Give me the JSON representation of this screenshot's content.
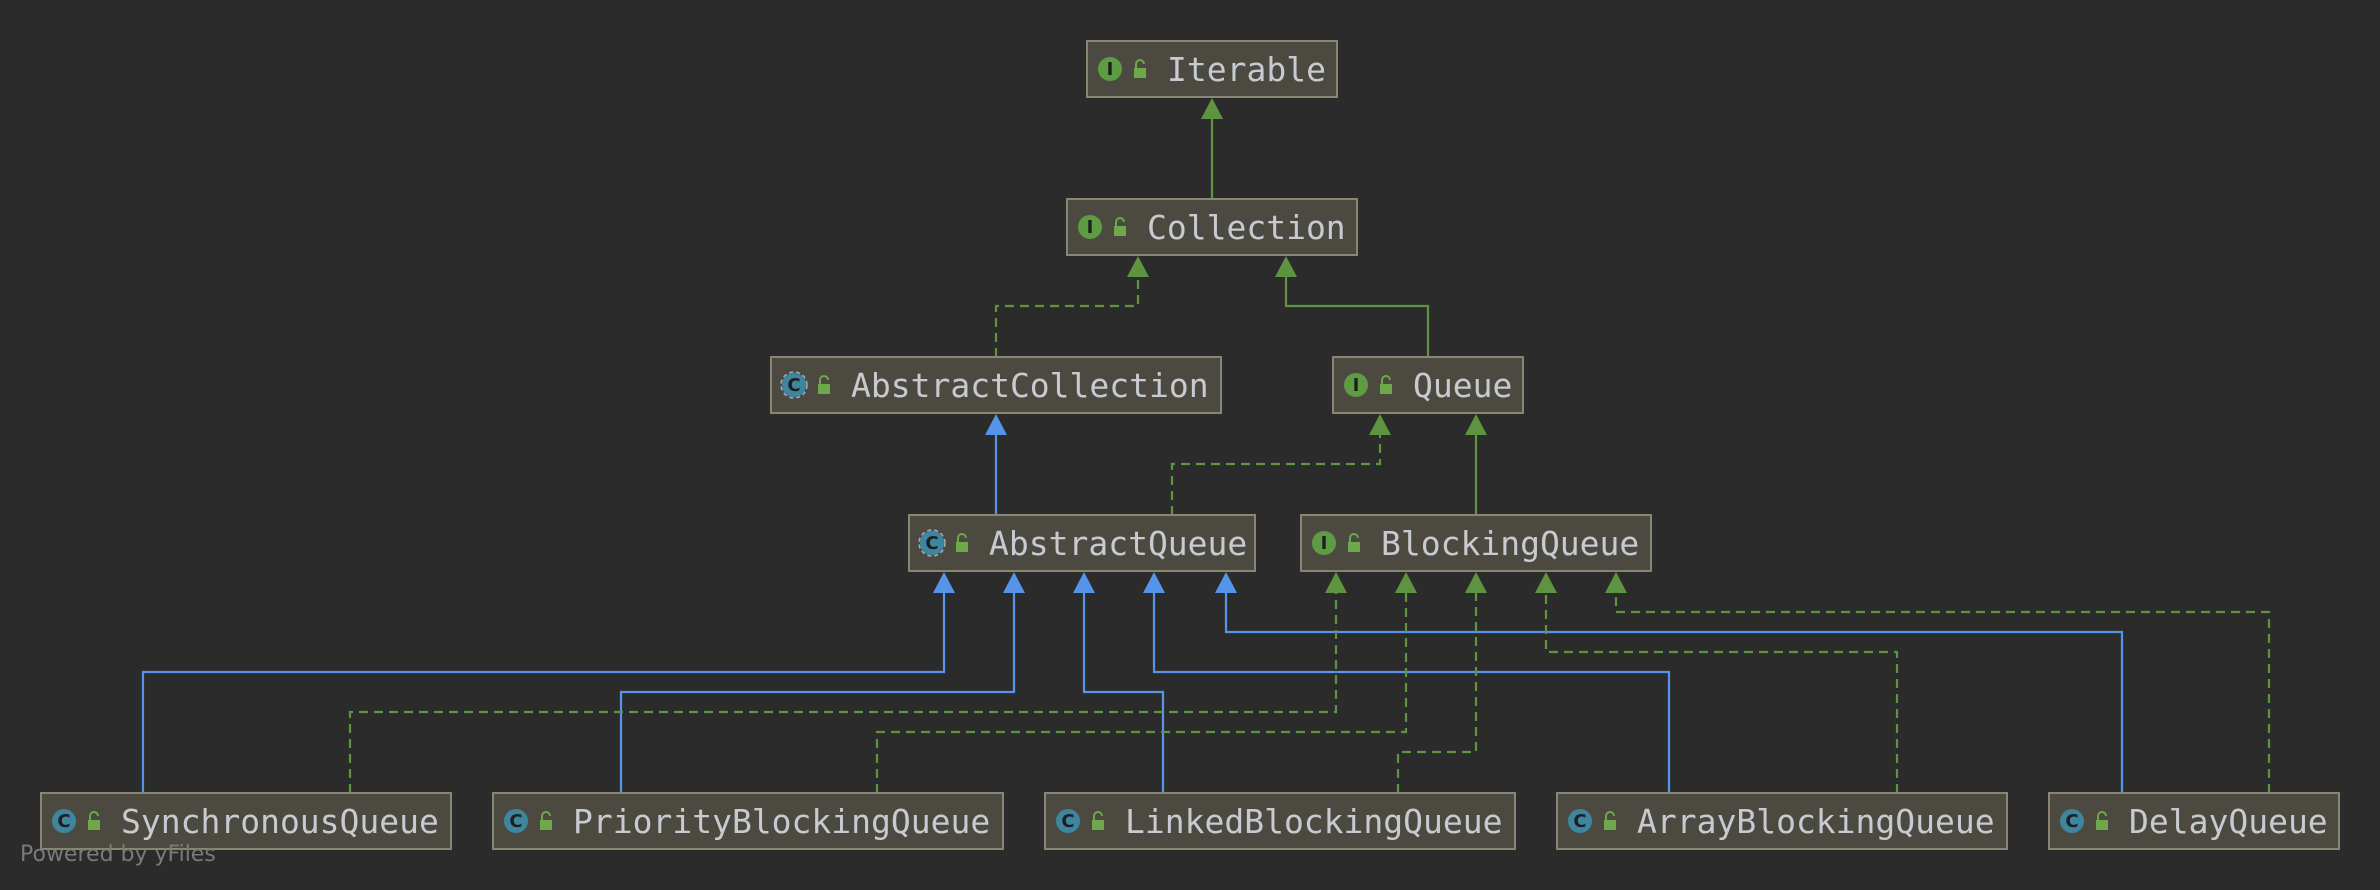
{
  "colors": {
    "background": "#2b2b2b",
    "node_fill": "#4c4a40",
    "node_border": "#8a8674",
    "label": "#c7cbd1",
    "interface_badge": "#5e9c44",
    "class_badge": "#3e86a0",
    "lock": "#6ea84a",
    "extends_edge": "#5594e8",
    "interface_edge": "#5e9440"
  },
  "nodes": [
    {
      "id": "iterable",
      "label": "Iterable",
      "kind": "interface",
      "badge": "I"
    },
    {
      "id": "collection",
      "label": "Collection",
      "kind": "interface",
      "badge": "I"
    },
    {
      "id": "abstract_collection",
      "label": "AbstractCollection",
      "kind": "abstract-class",
      "badge": "C"
    },
    {
      "id": "queue",
      "label": "Queue",
      "kind": "interface",
      "badge": "I"
    },
    {
      "id": "abstract_queue",
      "label": "AbstractQueue",
      "kind": "abstract-class",
      "badge": "C"
    },
    {
      "id": "blocking_queue",
      "label": "BlockingQueue",
      "kind": "interface",
      "badge": "I"
    },
    {
      "id": "synchronous_queue",
      "label": "SynchronousQueue",
      "kind": "class",
      "badge": "C"
    },
    {
      "id": "priority_blocking_queue",
      "label": "PriorityBlockingQueue",
      "kind": "class",
      "badge": "C"
    },
    {
      "id": "linked_blocking_queue",
      "label": "LinkedBlockingQueue",
      "kind": "class",
      "badge": "C"
    },
    {
      "id": "array_blocking_queue",
      "label": "ArrayBlockingQueue",
      "kind": "class",
      "badge": "C"
    },
    {
      "id": "delay_queue",
      "label": "DelayQueue",
      "kind": "class",
      "badge": "C"
    }
  ],
  "edges": [
    {
      "from": "collection",
      "to": "iterable",
      "type": "extends-interface"
    },
    {
      "from": "abstract_collection",
      "to": "collection",
      "type": "implements"
    },
    {
      "from": "queue",
      "to": "collection",
      "type": "extends-interface"
    },
    {
      "from": "abstract_queue",
      "to": "abstract_collection",
      "type": "extends"
    },
    {
      "from": "abstract_queue",
      "to": "queue",
      "type": "implements"
    },
    {
      "from": "blocking_queue",
      "to": "queue",
      "type": "extends-interface"
    },
    {
      "from": "synchronous_queue",
      "to": "abstract_queue",
      "type": "extends"
    },
    {
      "from": "priority_blocking_queue",
      "to": "abstract_queue",
      "type": "extends"
    },
    {
      "from": "linked_blocking_queue",
      "to": "abstract_queue",
      "type": "extends"
    },
    {
      "from": "array_blocking_queue",
      "to": "abstract_queue",
      "type": "extends"
    },
    {
      "from": "delay_queue",
      "to": "abstract_queue",
      "type": "extends"
    },
    {
      "from": "synchronous_queue",
      "to": "blocking_queue",
      "type": "implements"
    },
    {
      "from": "priority_blocking_queue",
      "to": "blocking_queue",
      "type": "implements"
    },
    {
      "from": "linked_blocking_queue",
      "to": "blocking_queue",
      "type": "implements"
    },
    {
      "from": "array_blocking_queue",
      "to": "blocking_queue",
      "type": "implements"
    },
    {
      "from": "delay_queue",
      "to": "blocking_queue",
      "type": "implements"
    }
  ],
  "footer": "Powered by yFiles"
}
